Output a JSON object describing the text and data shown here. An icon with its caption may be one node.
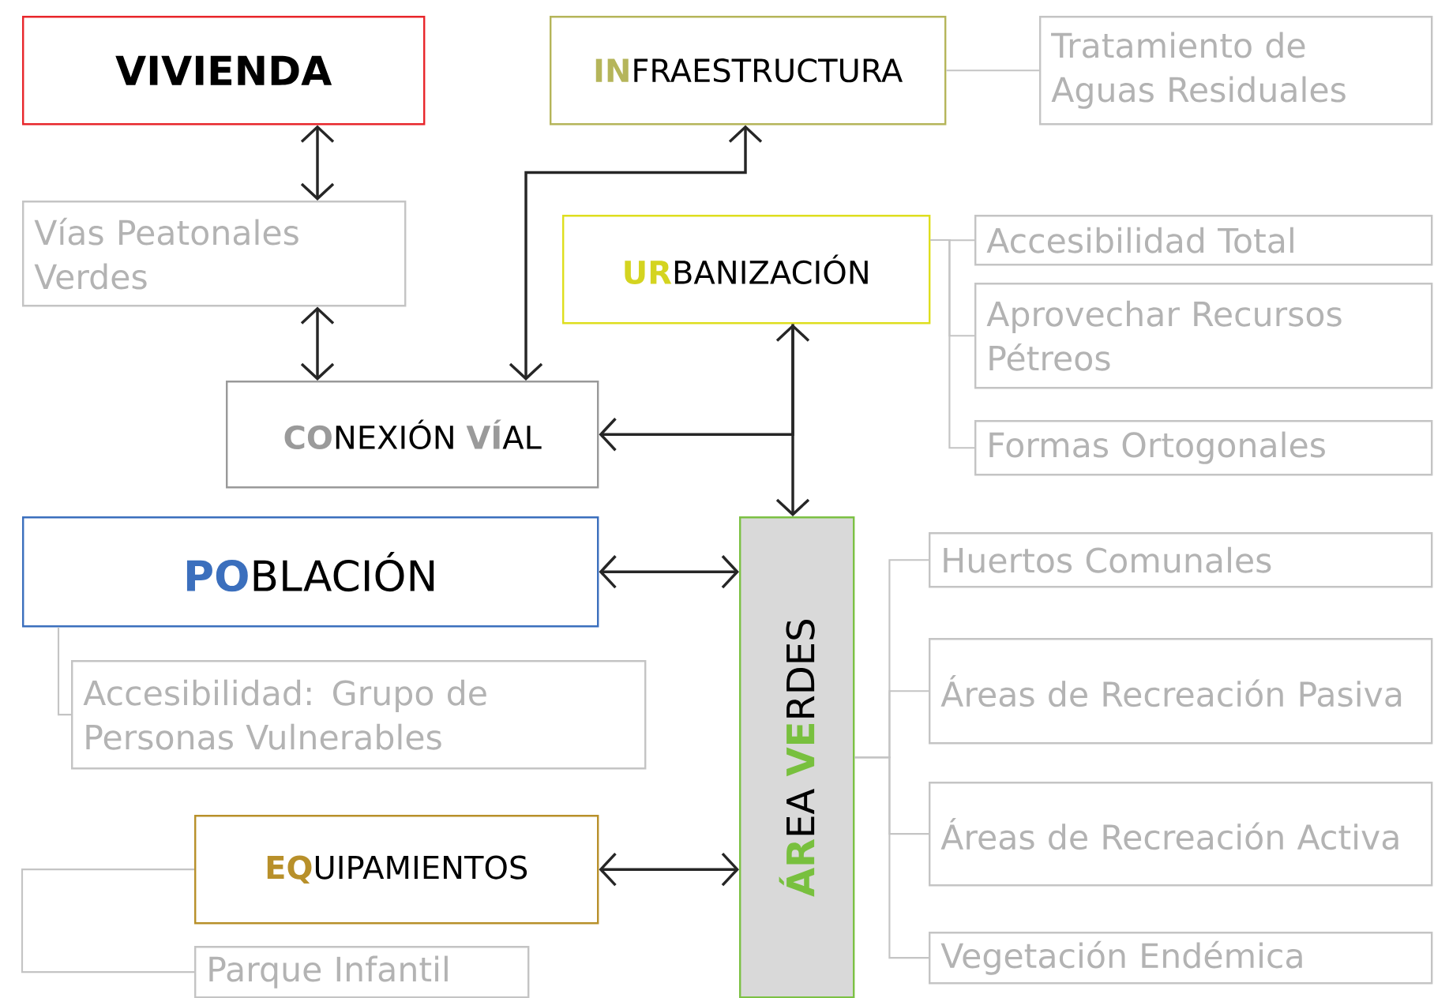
{
  "diagram": {
    "nodes": [
      {
        "text": [
          "VIVIENDA"
        ]
      },
      {
        "text": [
          "Vías Peatonales Verdes"
        ]
      },
      {
        "text": [
          "**IN**FRAESTRUCTURA"
        ]
      },
      {
        "text": [
          "Tratamiento de Aguas Residuales"
        ]
      },
      {
        "text": [
          "**UR**BANIZACIÓN"
        ]
      },
      {
        "text": [
          "Accesibilidad Total"
        ]
      },
      {
        "text": [
          "Aprovechar Recursos Pétreos"
        ]
      },
      {
        "text": [
          "Formas Ortogonales"
        ]
      },
      {
        "text": [
          "**CO**NEXIÓN **VÍ**AL"
        ]
      },
      {
        "text": [
          "**PO**BLACIÓN"
        ]
      },
      {
        "text": [
          "Accesibilidad: Grupo de Personas Vulnerables"
        ]
      },
      {
        "text": [
          "**ÁR**EA **VE**RDES"
        ]
      },
      {
        "text": [
          "Huertos Comunales"
        ]
      },
      {
        "text": [
          "Áreas de Recreación Pasiva"
        ]
      },
      {
        "text": [
          "Áreas de Recreación Activa"
        ]
      },
      {
        "text": [
          "Vegetación Endémica"
        ]
      },
      {
        "text": [
          "**EQ**UIPAMIENTOS"
        ]
      },
      {
        "text": [
          "Parque Infantil"
        ]
      }
    ],
    "edges": [
      {
        "from": 0,
        "to": 1,
        "arrow": "both",
        "color": "#262626"
      },
      {
        "from": 1,
        "to": 8,
        "arrow": "both",
        "color": "#262626"
      },
      {
        "from": 2,
        "to": 8,
        "arrow": "both",
        "color": "#262626"
      },
      {
        "from": 4,
        "to": 8,
        "arrow": "both",
        "color": "#262626"
      },
      {
        "from": 4,
        "to": 11,
        "arrow": "to",
        "color": "#262626"
      },
      {
        "from": 9,
        "to": 11,
        "arrow": "both",
        "color": "#262626"
      },
      {
        "from": 16,
        "to": 11,
        "arrow": "both",
        "color": "#262626"
      },
      {
        "from": 2,
        "to": 3,
        "arrow": "none"
      },
      {
        "from": 4,
        "to": 5,
        "arrow": "none"
      },
      {
        "from": 4,
        "to": 6,
        "arrow": "none"
      },
      {
        "from": 4,
        "to": 7,
        "arrow": "none"
      },
      {
        "from": 9,
        "to": 10,
        "arrow": "none"
      },
      {
        "from": 11,
        "to": 12,
        "arrow": "none"
      },
      {
        "from": 11,
        "to": 13,
        "arrow": "none"
      },
      {
        "from": 11,
        "to": 14,
        "arrow": "none"
      },
      {
        "from": 11,
        "to": 15,
        "arrow": "none"
      },
      {
        "from": 16,
        "to": 17,
        "arrow": "none"
      }
    ]
  }
}
